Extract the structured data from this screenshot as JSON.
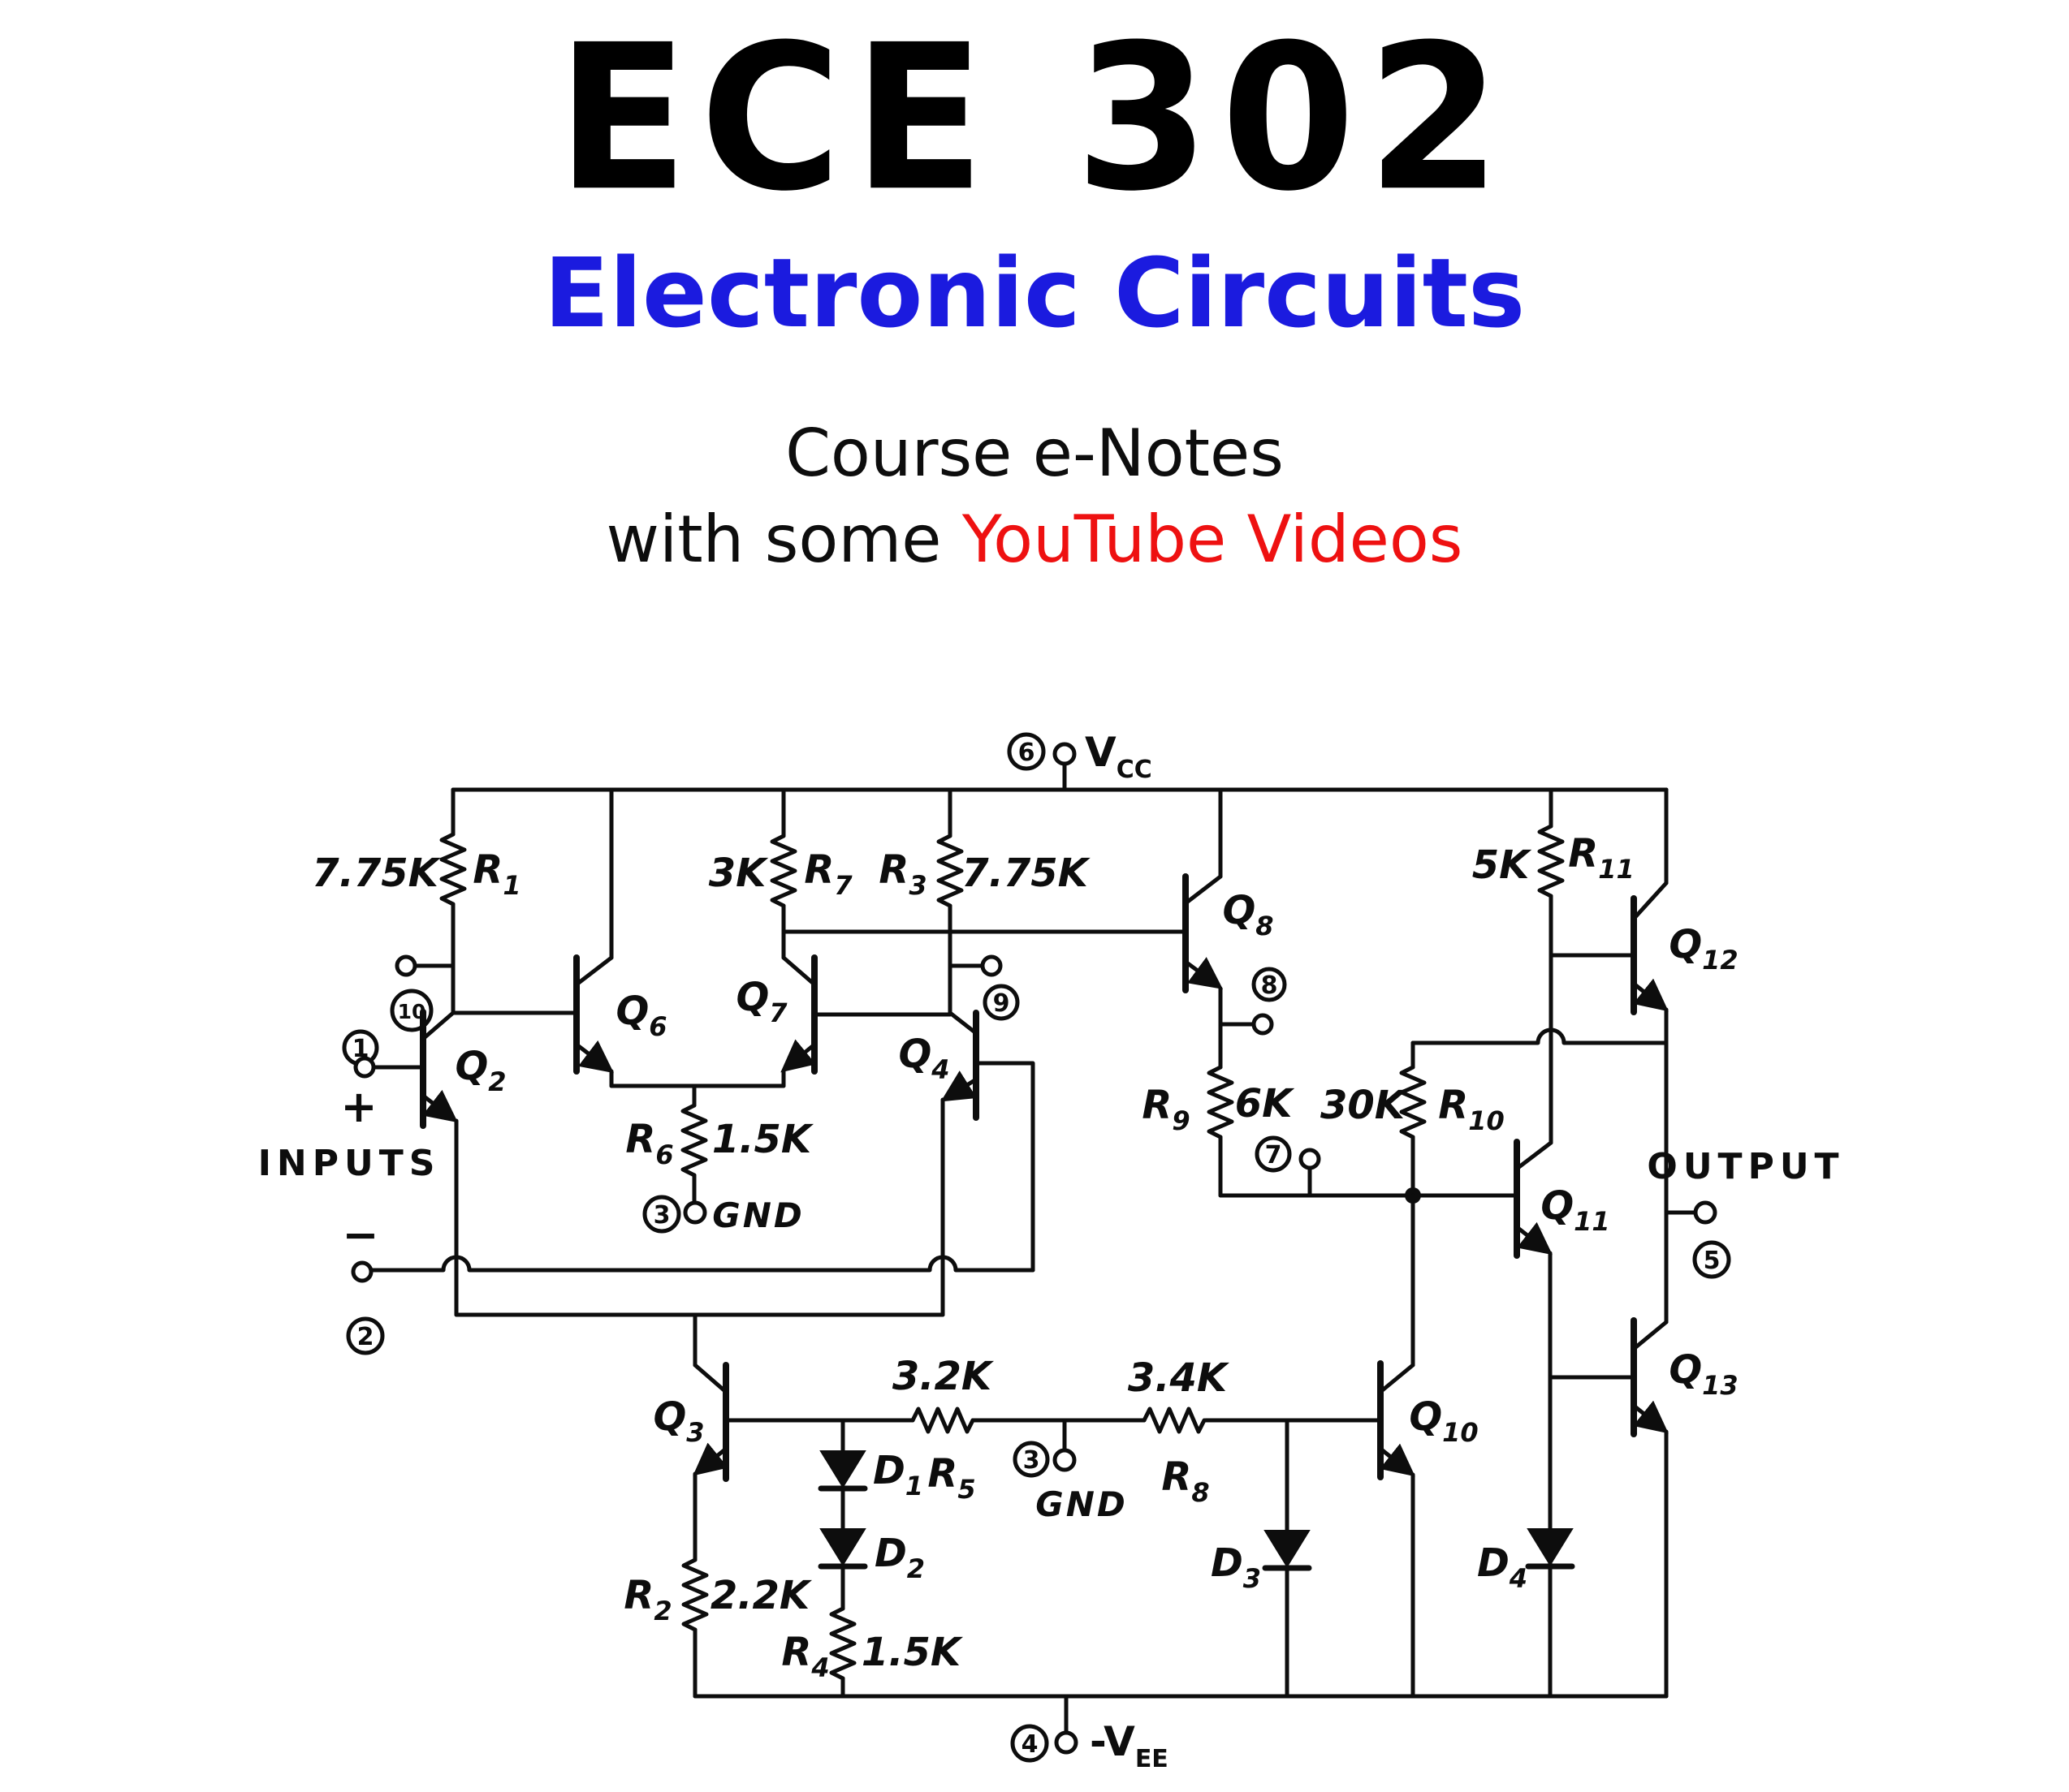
{
  "header": {
    "course_code": "ECE 302",
    "title": "Electronic Circuits",
    "subtitle": "Course e-Notes",
    "subtitle2_prefix": "with some ",
    "subtitle2_highlight": "YouTube Videos",
    "colors": {
      "title_blue": "#1b1bdf",
      "highlight_red": "#ee1111",
      "text_black": "#000000"
    }
  },
  "schematic": {
    "inputs_label": "INPUTS",
    "output_label": "OUTPUT",
    "ground_label": "GND",
    "plus": "+",
    "minus": "−",
    "power": {
      "vcc_main": "V",
      "vcc_sub": "CC",
      "vee_main": "-V",
      "vee_sub": "EE"
    },
    "terminals": {
      "t1": "1",
      "t2": "2",
      "t3": "3",
      "t4": "4",
      "t5": "5",
      "t6": "6",
      "t7": "7",
      "t8": "8",
      "t9": "9",
      "t10": "10"
    },
    "transistors": {
      "q2": {
        "m": "Q",
        "s": "2"
      },
      "q3": {
        "m": "Q",
        "s": "3"
      },
      "q4": {
        "m": "Q",
        "s": "4"
      },
      "q6": {
        "m": "Q",
        "s": "6"
      },
      "q7": {
        "m": "Q",
        "s": "7"
      },
      "q8": {
        "m": "Q",
        "s": "8"
      },
      "q10": {
        "m": "Q",
        "s": "10"
      },
      "q11": {
        "m": "Q",
        "s": "11"
      },
      "q12": {
        "m": "Q",
        "s": "12"
      },
      "q13": {
        "m": "Q",
        "s": "13"
      }
    },
    "resistors": {
      "r1": {
        "m": "R",
        "s": "1",
        "value": "7.75K"
      },
      "r2": {
        "m": "R",
        "s": "2",
        "value": "2.2K"
      },
      "r3": {
        "m": "R",
        "s": "3",
        "value": "7.75K"
      },
      "r4": {
        "m": "R",
        "s": "4",
        "value": "1.5K"
      },
      "r5": {
        "m": "R",
        "s": "5",
        "value": "3.2K"
      },
      "r6": {
        "m": "R",
        "s": "6",
        "value": "1.5K"
      },
      "r7": {
        "m": "R",
        "s": "7",
        "value": "3K"
      },
      "r8": {
        "m": "R",
        "s": "8",
        "value": "3.4K"
      },
      "r9": {
        "m": "R",
        "s": "9",
        "value": "6K"
      },
      "r10": {
        "m": "R",
        "s": "10",
        "value": "30K"
      },
      "r11": {
        "m": "R",
        "s": "11",
        "value": "5K"
      }
    },
    "diodes": {
      "d1": {
        "m": "D",
        "s": "1"
      },
      "d2": {
        "m": "D",
        "s": "2"
      },
      "d3": {
        "m": "D",
        "s": "3"
      },
      "d4": {
        "m": "D",
        "s": "4"
      }
    }
  }
}
